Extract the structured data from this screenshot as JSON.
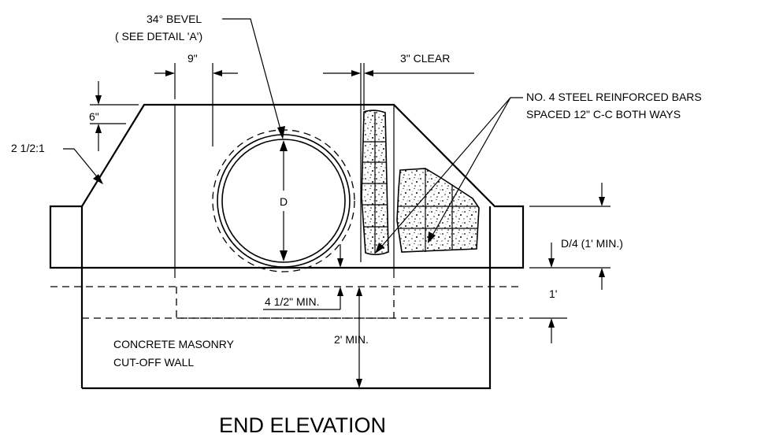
{
  "drawing": {
    "title": "END ELEVATION",
    "labels": {
      "bevel_line1": "34° BEVEL",
      "bevel_line2": "( SEE DETAIL 'A')",
      "dim_9in": "9\"",
      "dim_3in_clear": "3\" CLEAR",
      "rebar_line1": "NO. 4 STEEL REINFORCED BARS",
      "rebar_line2": "SPACED 12\" C-C BOTH WAYS",
      "dim_6in": "6\"",
      "slope": "2 1/2:1",
      "pipe_d": "D",
      "dim_d4": "D/4 (1' MIN.)",
      "dim_1ft": "1'",
      "dim_4half_min": "4 1/2\" MIN.",
      "dim_2ft_min": "2' MIN.",
      "wall_line1": "CONCRETE MASONRY",
      "wall_line2": "CUT-OFF WALL"
    }
  }
}
